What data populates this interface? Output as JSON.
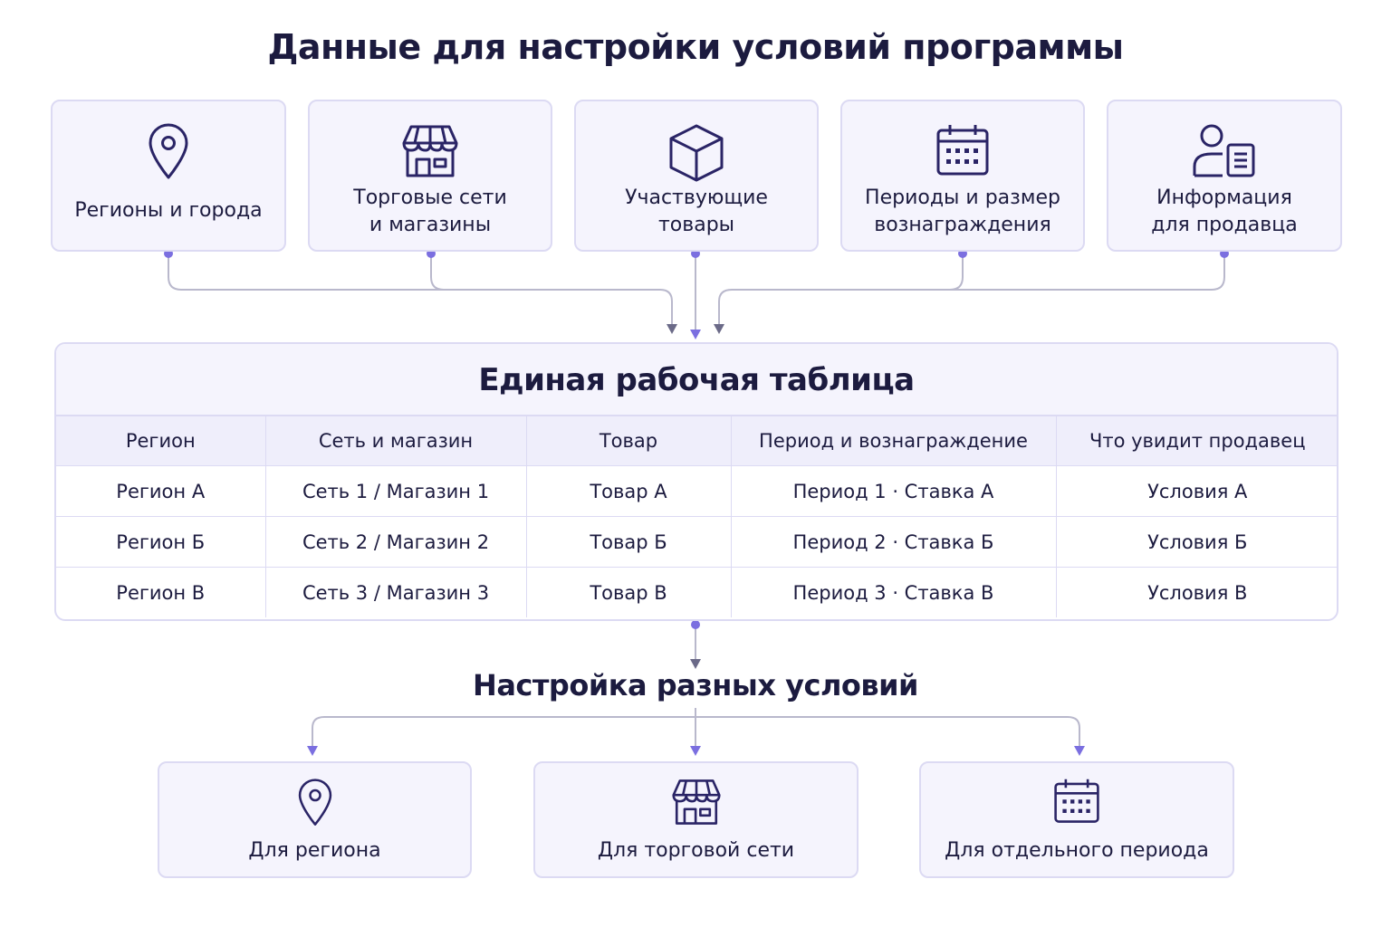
{
  "title": "Данные для настройки условий программы",
  "sources": [
    {
      "label": "Регионы и города",
      "icon": "map-pin-icon"
    },
    {
      "label": "Торговые сети\nи магазины",
      "icon": "storefront-icon"
    },
    {
      "label": "Участвующие\nтовары",
      "icon": "box-icon"
    },
    {
      "label": "Периоды и размер\nвознаграждения",
      "icon": "calendar-icon"
    },
    {
      "label": "Информация\nдля продавца",
      "icon": "person-document-icon"
    }
  ],
  "table": {
    "title": "Единая рабочая таблица",
    "columns": [
      "Регион",
      "Сеть и магазин",
      "Товар",
      "Период и вознаграждение",
      "Что увидит продавец"
    ],
    "rows": [
      [
        "Регион А",
        "Сеть 1 / Магазин 1",
        "Товар А",
        "Период 1 · Ставка А",
        "Условия А"
      ],
      [
        "Регион Б",
        "Сеть 2 / Магазин 2",
        "Товар Б",
        "Период 2 · Ставка Б",
        "Условия Б"
      ],
      [
        "Регион В",
        "Сеть 3 / Магазин 3",
        "Товар В",
        "Период 3 · Ставка В",
        "Условия В"
      ]
    ]
  },
  "setup": {
    "title": "Настройка разных условий",
    "outputs": [
      {
        "label": "Для региона",
        "icon": "map-pin-icon"
      },
      {
        "label": "Для торговой сети",
        "icon": "storefront-icon"
      },
      {
        "label": "Для отдельного периода",
        "icon": "calendar-icon"
      }
    ]
  },
  "colors": {
    "text": "#1c1b3f",
    "card_bg": "#f5f4fd",
    "border": "#dcdaf3",
    "connector": "#b9b8cc",
    "accent": "#7b68ee"
  }
}
